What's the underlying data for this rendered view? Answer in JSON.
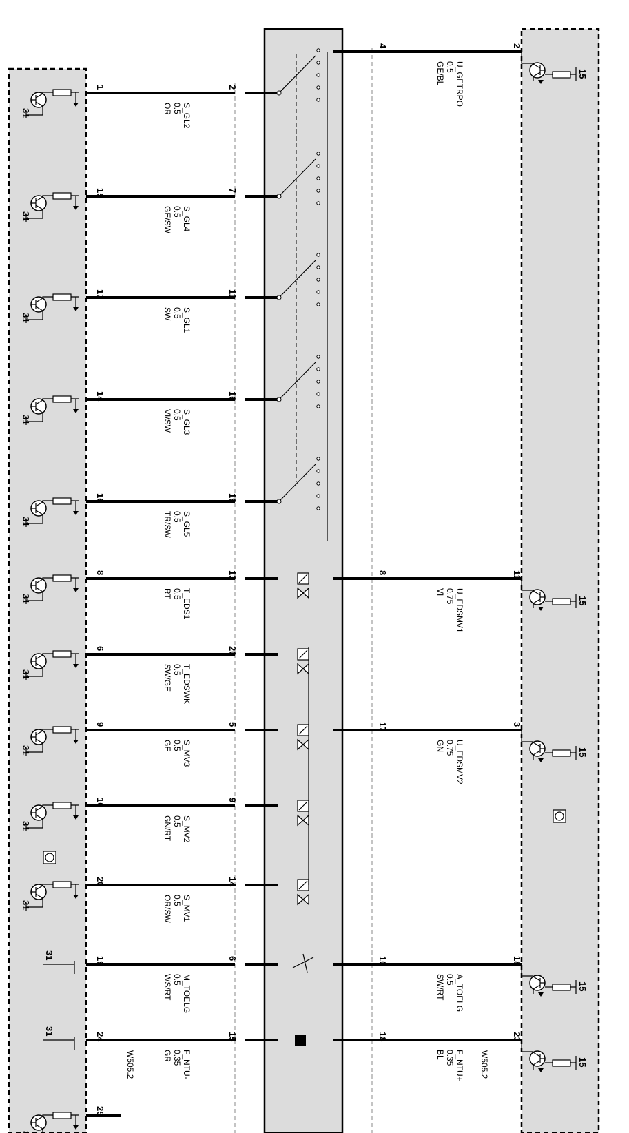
{
  "wires": [
    {
      "id": "s-gl2",
      "left_pin": "1",
      "mid_pin": "2",
      "signal": "S_GL2",
      "size": "0.5",
      "color": "OR"
    },
    {
      "id": "s-gl4",
      "left_pin": "15",
      "mid_pin": "7",
      "signal": "S_GL4",
      "size": "0.5",
      "color": "GE/SW"
    },
    {
      "id": "s-gl1",
      "left_pin": "17",
      "mid_pin": "11",
      "signal": "S_GL1",
      "size": "0.5",
      "color": "SW"
    },
    {
      "id": "s-gl3",
      "left_pin": "14",
      "mid_pin": "16",
      "signal": "S_GL3",
      "size": "0.5",
      "color": "VI/SW"
    },
    {
      "id": "s-gl5",
      "left_pin": "16",
      "mid_pin": "19",
      "signal": "S_GL5",
      "size": "0.5",
      "color": "TR/SW"
    },
    {
      "id": "t-eds1",
      "left_pin": "8",
      "mid_pin": "13",
      "signal": "T_EDS1",
      "size": "0.5",
      "color": "RT"
    },
    {
      "id": "t-edswk",
      "left_pin": "6",
      "mid_pin": "20",
      "signal": "T_EDSWK",
      "size": "0.5",
      "color": "SW/GE"
    },
    {
      "id": "s-mv3",
      "left_pin": "9",
      "mid_pin": "5",
      "signal": "S_MV3",
      "size": "0.5",
      "color": "GE"
    },
    {
      "id": "s-mv2",
      "left_pin": "10",
      "mid_pin": "9",
      "signal": "S_MV2",
      "size": "0.5",
      "color": "GN/RT"
    },
    {
      "id": "s-mv1",
      "left_pin": "20",
      "mid_pin": "14",
      "signal": "S_MV1",
      "size": "0.5",
      "color": "OR/SW"
    },
    {
      "id": "m-toelg",
      "left_pin": "19",
      "mid_pin": "6",
      "signal": "M_TOELG",
      "size": "0.5",
      "color": "WS/RT"
    },
    {
      "id": "f-ntu-minus",
      "left_pin": "24",
      "mid_pin": "15",
      "signal": "F_NTU-",
      "size": "0.35",
      "color": "GR"
    }
  ],
  "right_wires": [
    {
      "id": "u-getrpo",
      "mid_pin": "4",
      "right_pin": "2",
      "signal": "U_GETRPO",
      "size": "0.5",
      "color": "GE/BL"
    },
    {
      "id": "u-edsmv1",
      "mid_pin": "8",
      "right_pin": "11",
      "signal": "U_EDSMV1",
      "size": "0.75",
      "color": "VI"
    },
    {
      "id": "u-edsmv2",
      "mid_pin": "17",
      "right_pin": "3",
      "signal": "U_EDSMV2",
      "size": "0.75",
      "color": "GN"
    },
    {
      "id": "a-toelg",
      "mid_pin": "10",
      "right_pin": "18",
      "signal": "A_TOELG",
      "size": "0.5",
      "color": "SW/RT"
    },
    {
      "id": "f-ntu-plus",
      "mid_pin": "18",
      "right_pin": "23",
      "signal": "F_NTU+",
      "size": "0.35",
      "color": "BL"
    }
  ],
  "connectors": {
    "left": "W505.2",
    "right": "W505.2"
  },
  "ground_label": "31",
  "supply_label": "15",
  "extra_pin": "25",
  "colors": {
    "box_fill": "#dcdcdc",
    "wire": "#000000",
    "background": "#ffffff"
  }
}
